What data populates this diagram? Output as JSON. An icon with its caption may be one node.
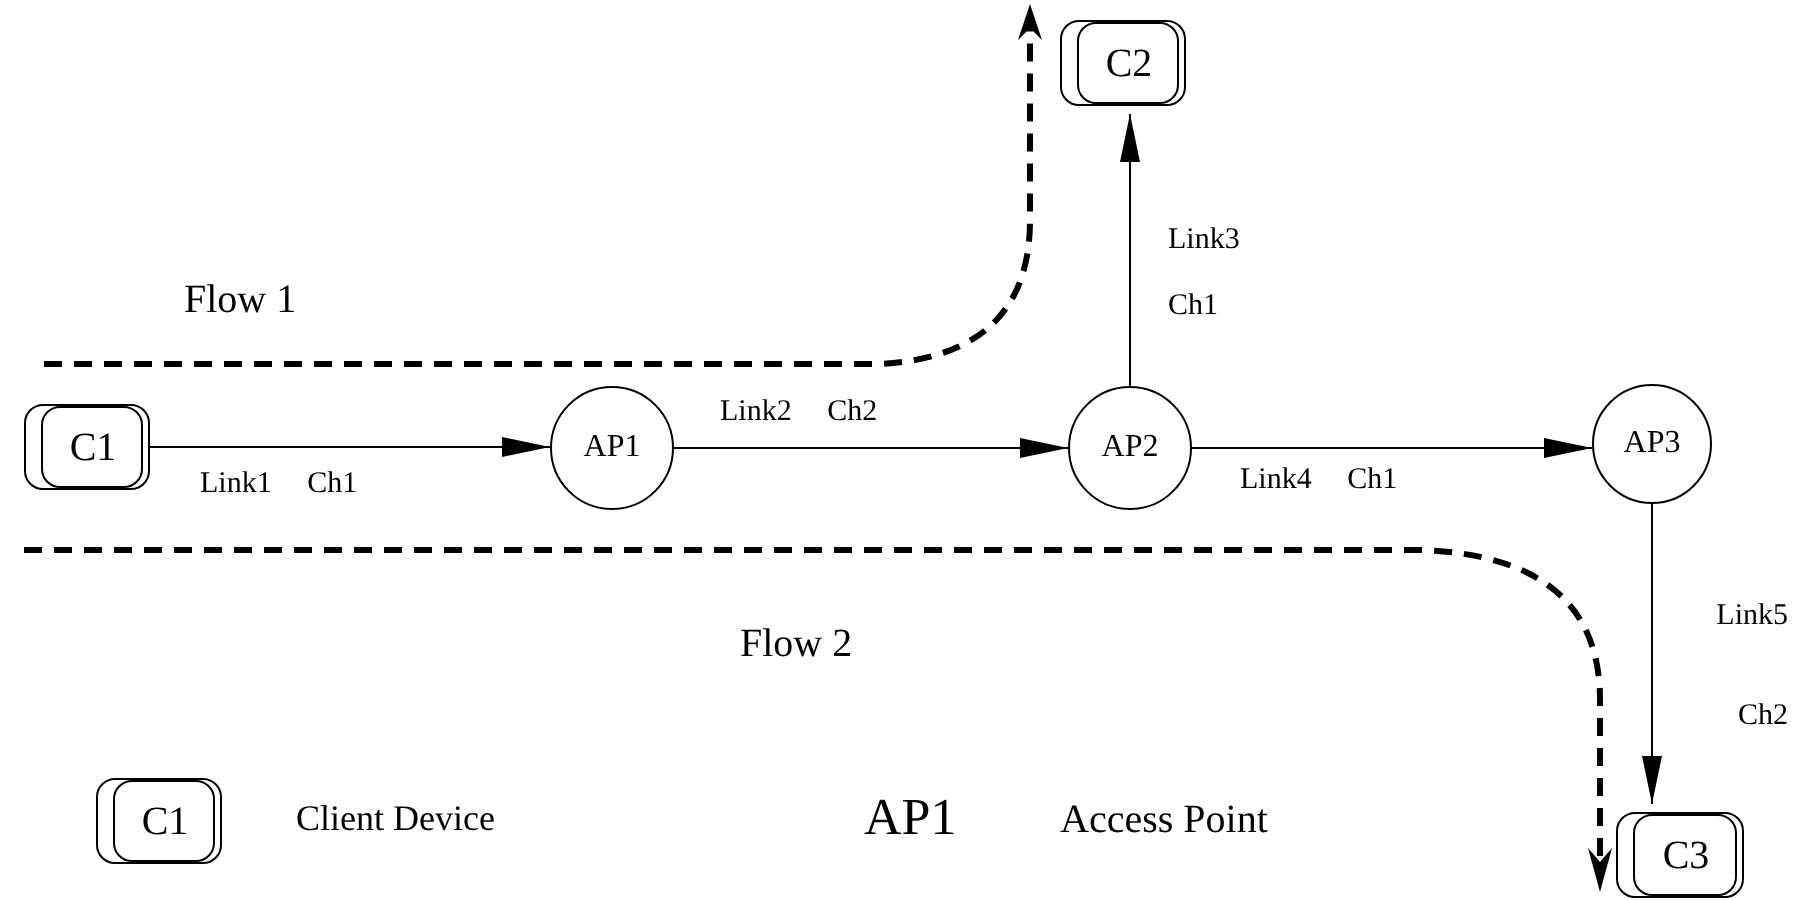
{
  "diagram": {
    "nodes": [
      {
        "text": [
          "C2"
        ]
      },
      {
        "text": [
          "C1"
        ]
      },
      {
        "text": [
          "AP1"
        ]
      },
      {
        "text": [
          "AP2"
        ]
      },
      {
        "text": [
          "AP3"
        ]
      },
      {
        "text": [
          "C3"
        ]
      },
      {
        "text": [
          "C1"
        ],
        "beside": [
          "Client Device"
        ]
      }
    ],
    "edges": [
      {
        "from": 1,
        "to": 2,
        "arrow": "to",
        "label": "Link1 Ch1"
      },
      {
        "from": 2,
        "to": 3,
        "arrow": "to",
        "label": "Link2 Ch2"
      },
      {
        "from": 3,
        "to": 0,
        "arrow": "to",
        "label": "Link3 Ch1"
      },
      {
        "from": 3,
        "to": 4,
        "arrow": "to",
        "label": "Link4 Ch1"
      },
      {
        "from": 4,
        "to": 5,
        "arrow": "to",
        "label": "Link5 Ch2"
      }
    ],
    "labels": [
      "Flow 1",
      "Flow 2",
      "AP1",
      "Access Point"
    ]
  }
}
